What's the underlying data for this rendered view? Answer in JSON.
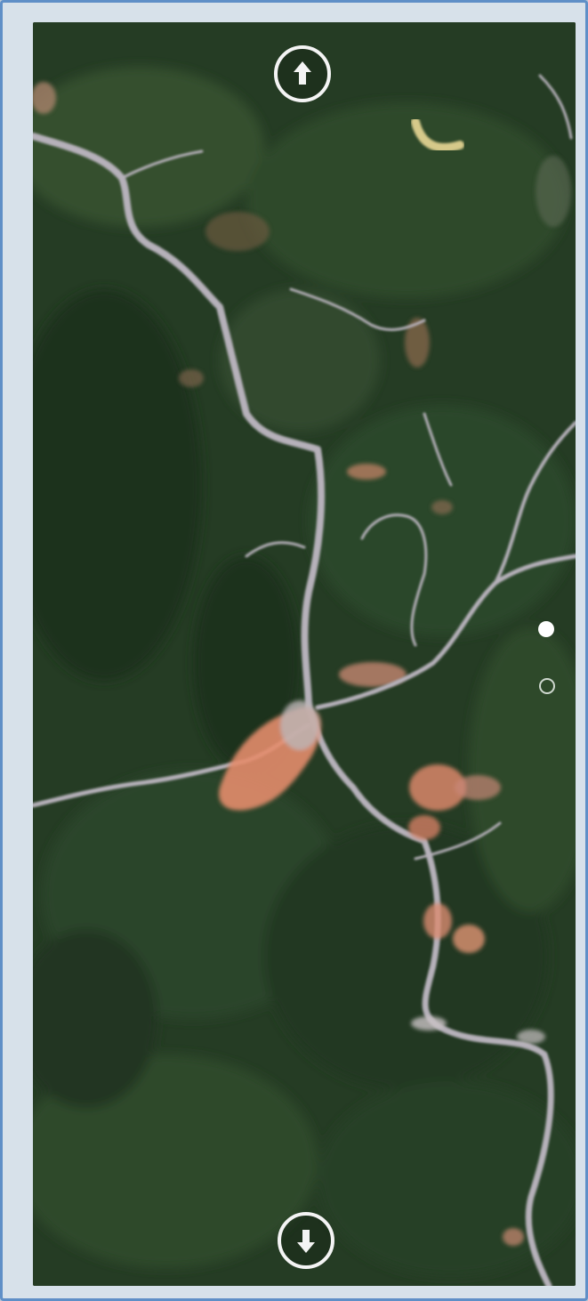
{
  "map": {
    "view": "satellite",
    "colors": {
      "terrain_dark": "#233a23",
      "terrain_mid": "#2f4a2c",
      "terrain_light": "#3d5a36",
      "road": "#b8b4bc",
      "settlement": "#e08a6a"
    }
  },
  "controls": {
    "scroll_up_icon": "arrow-up-icon",
    "scroll_down_icon": "arrow-down-icon",
    "indicator_active": "filled-dot",
    "indicator_inactive": "ring-dot"
  }
}
